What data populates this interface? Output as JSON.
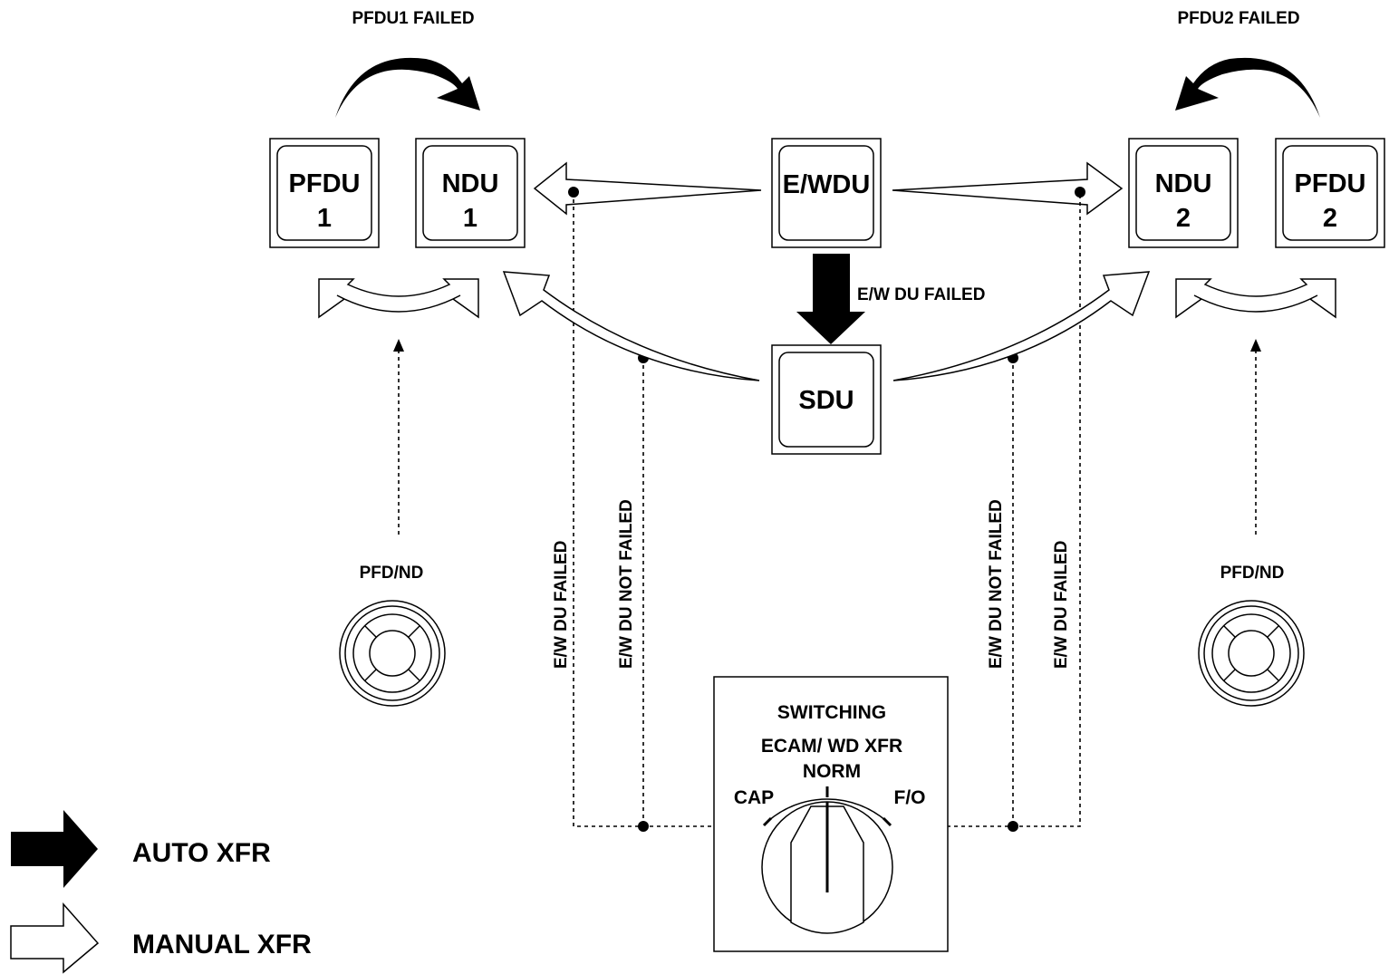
{
  "headers": {
    "pfdu1_failed": "PFDU1 FAILED",
    "pfdu2_failed": "PFDU2 FAILED"
  },
  "units": {
    "pfdu1": {
      "line1": "PFDU",
      "line2": "1"
    },
    "ndu1": {
      "line1": "NDU",
      "line2": "1"
    },
    "ewdu": {
      "line1": "E/WDU"
    },
    "ndu2": {
      "line1": "NDU",
      "line2": "2"
    },
    "pfdu2": {
      "line1": "PFDU",
      "line2": "2"
    },
    "sdu": {
      "line1": "SDU"
    }
  },
  "labels": {
    "ew_du_failed": "E/W DU FAILED",
    "ew_du_not_failed": "E/W DU NOT FAILED",
    "pfd_nd_left": "PFD/ND",
    "pfd_nd_right": "PFD/ND"
  },
  "switch_panel": {
    "title": "SWITCHING",
    "subtitle": "ECAM/ WD XFR",
    "norm": "NORM",
    "cap": "CAP",
    "fo": "F/O"
  },
  "legend": {
    "auto": "AUTO XFR",
    "manual": "MANUAL XFR"
  },
  "colors": {
    "line": "#000000",
    "background": "#ffffff"
  }
}
